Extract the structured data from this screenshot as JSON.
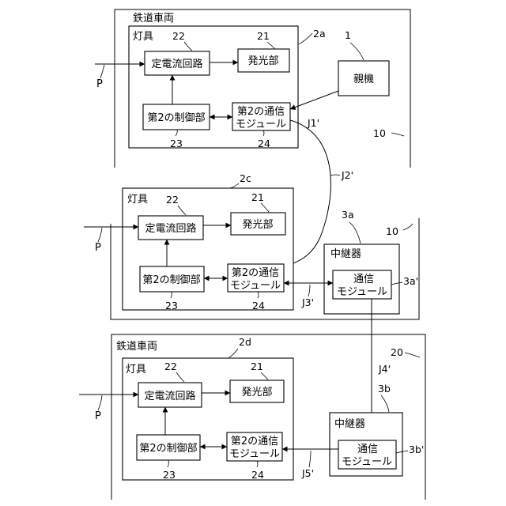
{
  "vehicles": {
    "first": {
      "title": "鉄道車両",
      "ref": "10"
    },
    "second_ref": "10",
    "third": {
      "title": "鉄道車両",
      "ref": "20"
    }
  },
  "lamps": {
    "a": {
      "title": "灯具",
      "ref": "2a"
    },
    "c": {
      "title": "灯具",
      "ref": "2c"
    },
    "d": {
      "title": "灯具",
      "ref": "2d"
    }
  },
  "blocks": {
    "current_circuit": {
      "label": "定電流回路",
      "ref": "22"
    },
    "light_emitter": {
      "label": "発光部",
      "ref": "21"
    },
    "controller": {
      "label": "第2の制御部",
      "ref": "23"
    },
    "comm_module": {
      "line1": "第2の通信",
      "line2": "モジュール",
      "ref": "24"
    }
  },
  "master": {
    "label": "親機",
    "ref": "1"
  },
  "relays": {
    "a": {
      "title": "中継器",
      "ref": "3a",
      "module_line1": "通信",
      "module_line2": "モジュール",
      "module_ref": "3a'"
    },
    "b": {
      "title": "中継器",
      "ref": "3b",
      "module_line1": "通信",
      "module_line2": "モジュール",
      "module_ref": "3b'"
    }
  },
  "links": {
    "j1": "J1'",
    "j2": "J2'",
    "j3": "J3'",
    "j4": "J4'",
    "j5": "J5'"
  },
  "power_input": "P"
}
